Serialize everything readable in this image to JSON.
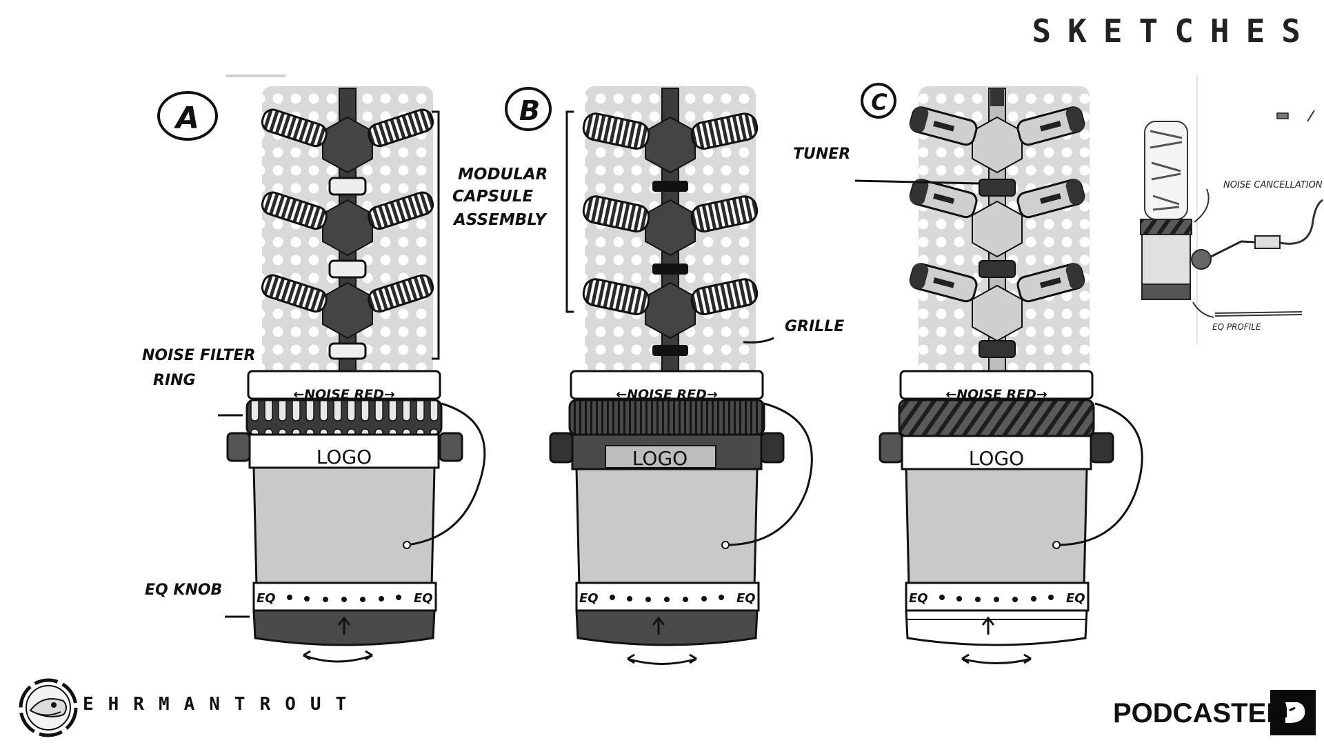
{
  "header": {
    "title": "SKETCHES"
  },
  "concepts": [
    {
      "badge": "A",
      "band_label": "←NOISE RED→",
      "logo_label": "LOGO",
      "eq_left": "EQ",
      "eq_right": "EQ"
    },
    {
      "badge": "B",
      "band_label": "←NOISE RED→",
      "logo_label": "LOGO",
      "eq_left": "EQ",
      "eq_right": "EQ"
    },
    {
      "badge": "C",
      "band_label": "←NOISE RED→",
      "logo_label": "LOGO",
      "eq_left": "EQ",
      "eq_right": "EQ"
    }
  ],
  "annotations": {
    "modular_1": "MODULAR",
    "modular_2": "CAPSULE",
    "modular_3": "ASSEMBLY",
    "noise_filter_1": "NOISE FILTER",
    "noise_filter_2": "RING",
    "eq_knob": "EQ KNOB",
    "tuner": "TUNER",
    "grille": "GRILLE",
    "noise_cancellation": "NOISE CANCELLATION",
    "eq_profile": "EQ PROFILE"
  },
  "footer": {
    "brand": "EHRMANTROUT",
    "product": "PODCASTER"
  },
  "colors": {
    "ink": "#111111",
    "grille": "#d9d9d9",
    "body": "#c9c9c9",
    "dark": "#4a4a4a",
    "logo_bg": "#0b0b0b"
  },
  "icons": {
    "brand_logo": "fish-head-emblem-icon",
    "product_logo": "p-monogram-icon"
  }
}
